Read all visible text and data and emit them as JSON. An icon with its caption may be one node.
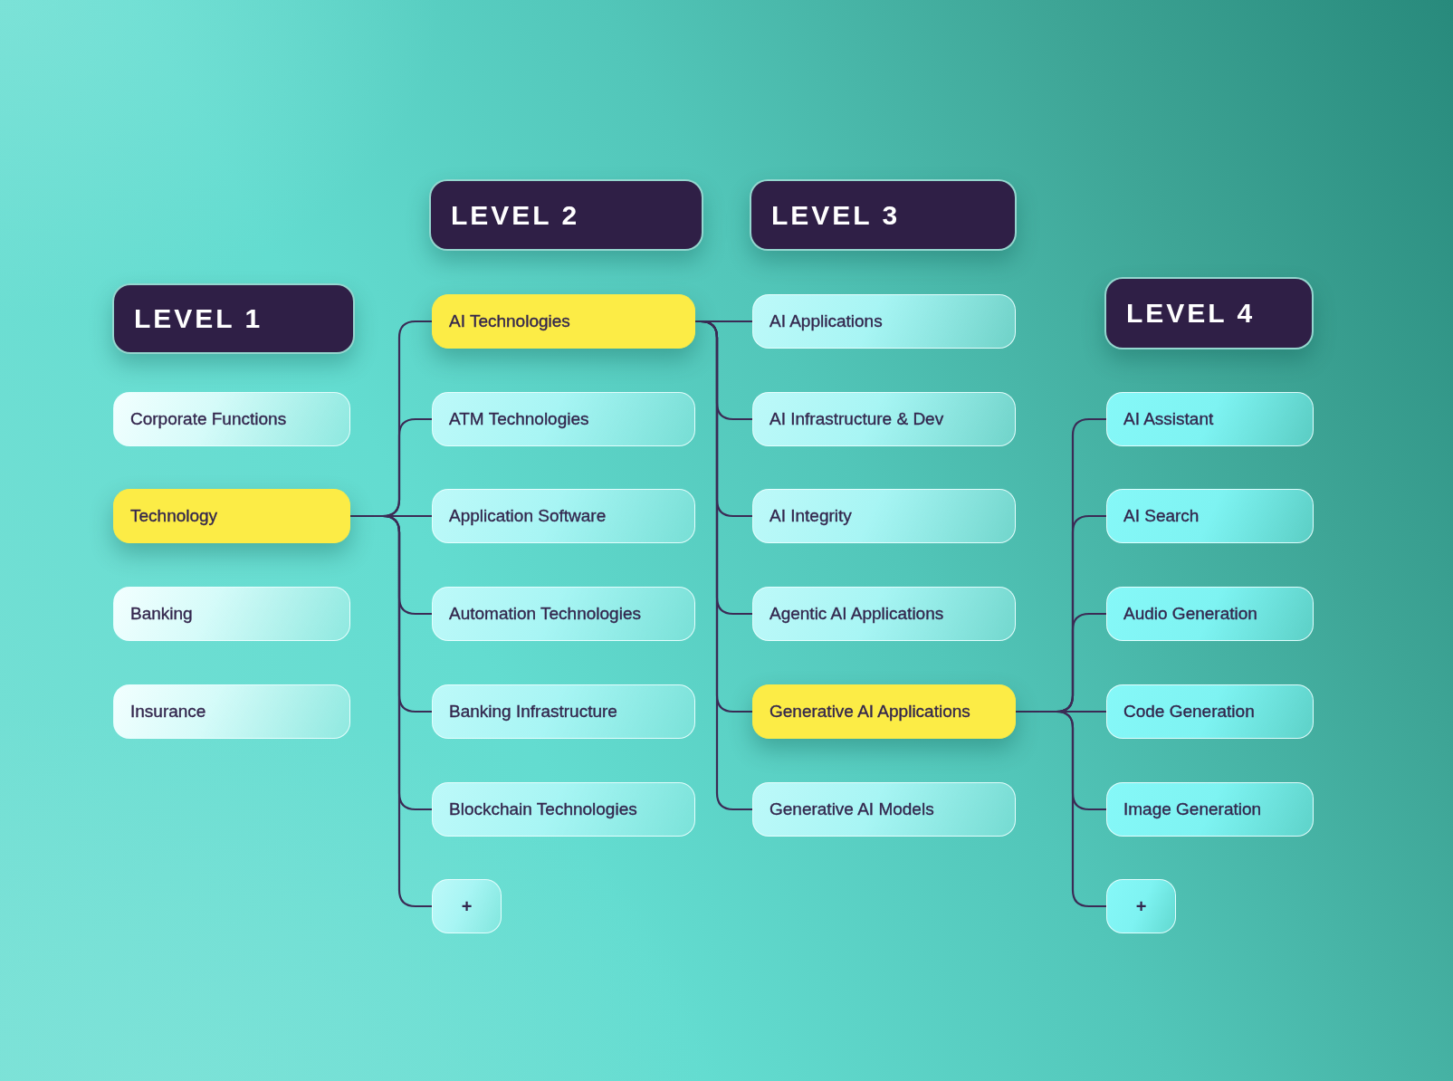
{
  "diagram": {
    "nodes": [
      {
        "text": [
          "LEVEL 1"
        ]
      },
      {
        "text": [
          "LEVEL 2"
        ]
      },
      {
        "text": [
          "LEVEL 3"
        ]
      },
      {
        "text": [
          "LEVEL 4"
        ]
      },
      {
        "text": [
          "Corporate Functions"
        ]
      },
      {
        "text": [
          "Technology"
        ]
      },
      {
        "text": [
          "Banking"
        ]
      },
      {
        "text": [
          "Insurance"
        ]
      },
      {
        "text": [
          "AI Technologies"
        ]
      },
      {
        "text": [
          "ATM Technologies"
        ]
      },
      {
        "text": [
          "Application Software"
        ]
      },
      {
        "text": [
          "Automation Technologies"
        ]
      },
      {
        "text": [
          "Banking Infrastructure"
        ]
      },
      {
        "text": [
          "Blockchain Technologies"
        ]
      },
      {
        "text": [
          "+"
        ]
      },
      {
        "text": [
          "AI Applications"
        ]
      },
      {
        "text": [
          "AI Infrastructure & Dev"
        ]
      },
      {
        "text": [
          "AI Integrity"
        ]
      },
      {
        "text": [
          "Agentic AI Applications"
        ]
      },
      {
        "text": [
          "Generative AI Applications"
        ]
      },
      {
        "text": [
          "Generative AI Models"
        ]
      },
      {
        "text": [
          "AI Assistant"
        ]
      },
      {
        "text": [
          "AI Search"
        ]
      },
      {
        "text": [
          "Audio Generation"
        ]
      },
      {
        "text": [
          "Code Generation"
        ]
      },
      {
        "text": [
          "Image Generation"
        ]
      },
      {
        "text": [
          "+"
        ]
      }
    ],
    "edges": [
      {
        "from": 5,
        "to": 8,
        "arrow": "none"
      },
      {
        "from": 5,
        "to": 9,
        "arrow": "none"
      },
      {
        "from": 5,
        "to": 10,
        "arrow": "none"
      },
      {
        "from": 5,
        "to": 11,
        "arrow": "none"
      },
      {
        "from": 5,
        "to": 12,
        "arrow": "none"
      },
      {
        "from": 5,
        "to": 13,
        "arrow": "none"
      },
      {
        "from": 5,
        "to": 14,
        "arrow": "none"
      },
      {
        "from": 8,
        "to": 15,
        "arrow": "none"
      },
      {
        "from": 8,
        "to": 16,
        "arrow": "none"
      },
      {
        "from": 8,
        "to": 17,
        "arrow": "none"
      },
      {
        "from": 8,
        "to": 18,
        "arrow": "none"
      },
      {
        "from": 8,
        "to": 19,
        "arrow": "none"
      },
      {
        "from": 8,
        "to": 20,
        "arrow": "none"
      },
      {
        "from": 19,
        "to": 21,
        "arrow": "none"
      },
      {
        "from": 19,
        "to": 22,
        "arrow": "none"
      },
      {
        "from": 19,
        "to": 23,
        "arrow": "none"
      },
      {
        "from": 19,
        "to": 24,
        "arrow": "none"
      },
      {
        "from": 19,
        "to": 25,
        "arrow": "none"
      },
      {
        "from": 19,
        "to": 26,
        "arrow": "none"
      }
    ]
  }
}
